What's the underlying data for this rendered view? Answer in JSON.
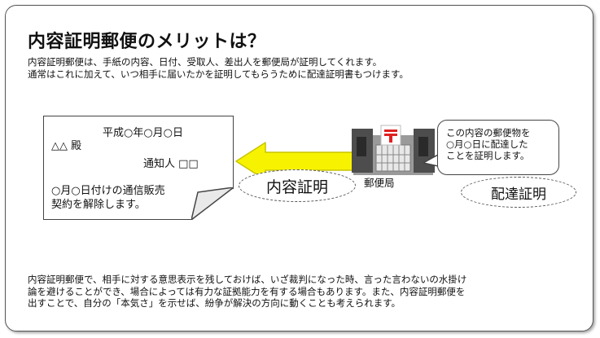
{
  "title": "内容証明郵便のメリットは？",
  "intro": {
    "line1": "内容証明郵便は、手紙の内容、日付、受取人、差出人を郵便局が証明してくれます。",
    "line2": "通常はこれに加えて、いつ相手に届いたかを証明してもらうために配達証明書もつけます。"
  },
  "letter": {
    "date": "平成○年○月○日",
    "recipient": "△△ 殿",
    "sender": "通知人 □□",
    "body_line1": "○月○日付けの通信販売",
    "body_line2": "契約を解除します。"
  },
  "arrow_label": "内容証明",
  "post_office_label": "郵便局",
  "callout": {
    "line1": "この内容の郵便物を",
    "line2": "○月○日に配達した",
    "line3": "ことを証明します。"
  },
  "delivery_label": "配達証明",
  "footer": {
    "line1": "内容証明郵便で、相手に対する意思表示を残しておけば、いざ裁判になった時、言った言わないの水掛け",
    "line2": "論を避けることができ、場合によっては有力な証拠能力を有する場合もあります。また、内容証明郵便を",
    "line3": "出すことで、自分の「本気さ」を示せば、紛争が解決の方向に動くことも考えられます。"
  },
  "colors": {
    "arrow_fill": "#f7f300",
    "arrow_stroke": "#c9c400",
    "building_dark": "#4d4d4d",
    "building_light": "#9a9a9a",
    "post_mark": "#e02020"
  },
  "icons": {
    "post_office": "post-office-building-icon",
    "arrow": "arrow-left-icon"
  }
}
